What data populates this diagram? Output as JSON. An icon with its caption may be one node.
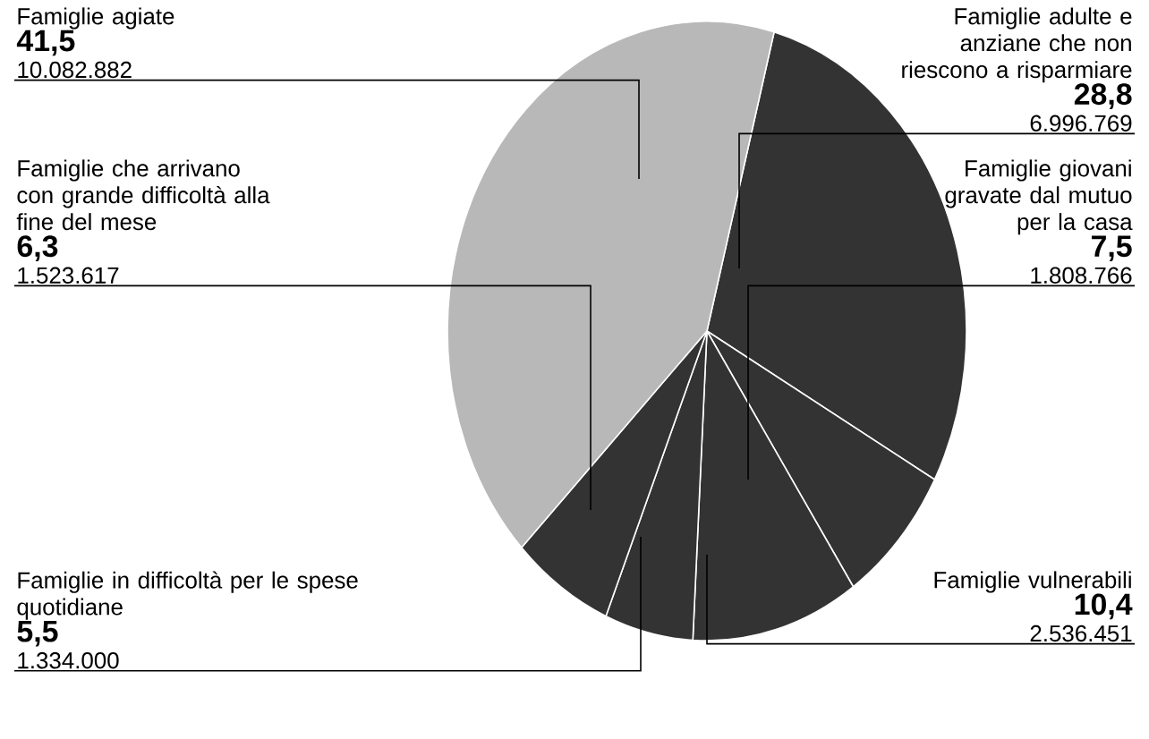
{
  "diagram": {
    "nodes": [
      {
        "text": [
          "Famiglie agiate",
          "41,5",
          "10.082.882"
        ]
      },
      {
        "text": [
          "Famiglie adulte e anziane che non riescono a risparmiare",
          "28,8",
          "6.996.769"
        ]
      },
      {
        "text": [
          "Famiglie giovani gravate dal mutuo per la casa",
          "7,5",
          "1.808.766"
        ]
      },
      {
        "text": [
          "Famiglie vulnerabili",
          "10,4",
          "2.536.451"
        ]
      },
      {
        "text": [
          "Famiglie in difficoltà per le spese quotidiane",
          "5,5",
          "1.334.000"
        ]
      },
      {
        "text": [
          "Famiglie che arrivano con grande difficoltà alla fine del mese",
          "6,3",
          "1.523.617"
        ]
      },
      {
        "text": [],
        "shape": "slice"
      },
      {
        "text": [],
        "shape": "slice"
      },
      {
        "text": [],
        "shape": "slice"
      },
      {
        "text": [],
        "shape": "slice"
      },
      {
        "text": [],
        "shape": "slice"
      },
      {
        "text": [],
        "shape": "slice"
      }
    ],
    "edges": [
      {
        "from": 0,
        "to": 11,
        "arrow": "none"
      },
      {
        "from": 1,
        "to": 6,
        "arrow": "none"
      },
      {
        "from": 2,
        "to": 7,
        "arrow": "none"
      },
      {
        "from": 3,
        "to": 8,
        "arrow": "none"
      },
      {
        "from": 4,
        "to": 9,
        "arrow": "none"
      },
      {
        "from": 5,
        "to": 10,
        "arrow": "none"
      }
    ]
  }
}
